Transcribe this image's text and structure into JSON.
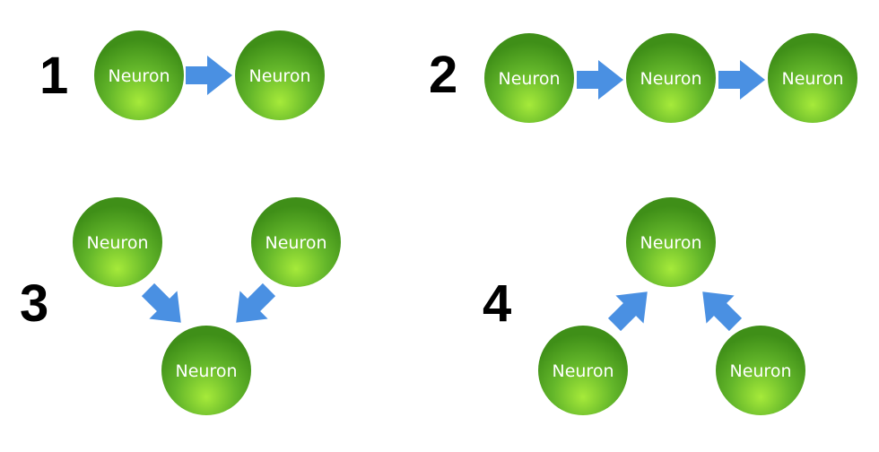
{
  "colors": {
    "neuron_light": "#a6ea3a",
    "neuron_mid": "#63b62a",
    "neuron_dark": "#3f8f18",
    "arrow": "#4a90e2",
    "label_text": "#ffffff",
    "number_text": "#000000"
  },
  "neuron_label": "Neuron",
  "panels": [
    {
      "number": "1",
      "neurons": [
        {
          "label": "Neuron"
        },
        {
          "label": "Neuron"
        }
      ],
      "arrows": 1
    },
    {
      "number": "2",
      "neurons": [
        {
          "label": "Neuron"
        },
        {
          "label": "Neuron"
        },
        {
          "label": "Neuron"
        }
      ],
      "arrows": 2
    },
    {
      "number": "3",
      "neurons": [
        {
          "label": "Neuron"
        },
        {
          "label": "Neuron"
        },
        {
          "label": "Neuron"
        }
      ],
      "arrows": 2
    },
    {
      "number": "4",
      "neurons": [
        {
          "label": "Neuron"
        },
        {
          "label": "Neuron"
        },
        {
          "label": "Neuron"
        }
      ],
      "arrows": 2
    }
  ]
}
